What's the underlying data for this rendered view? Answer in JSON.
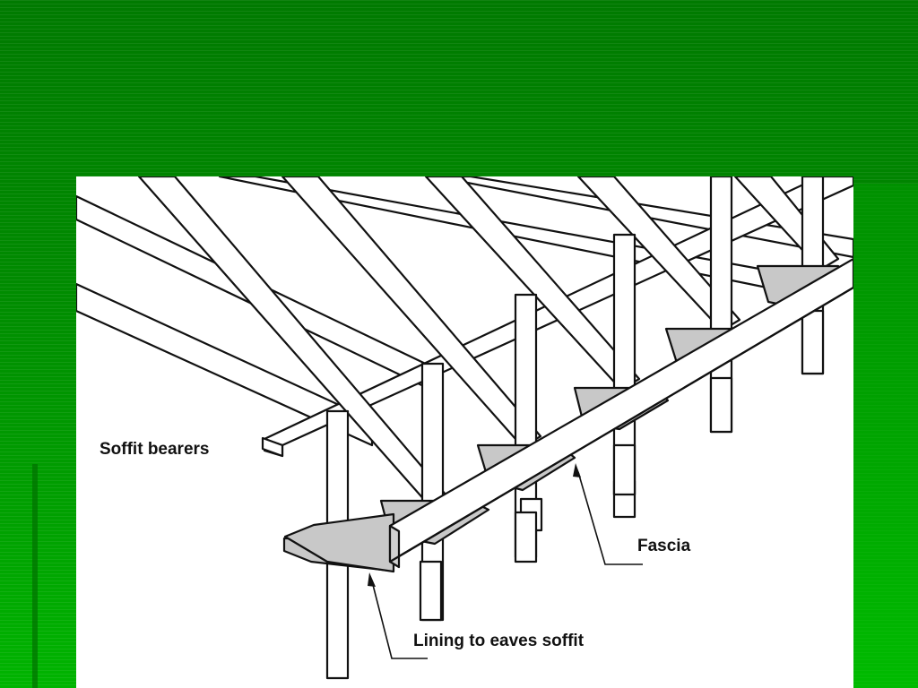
{
  "slide": {
    "background_color": "#008000",
    "accent_color": "#00b400"
  },
  "diagram": {
    "callouts": {
      "soffit_bearers": "Soffit bearers",
      "fascia": "Fascia",
      "lining": "Lining to eaves soffit"
    }
  }
}
